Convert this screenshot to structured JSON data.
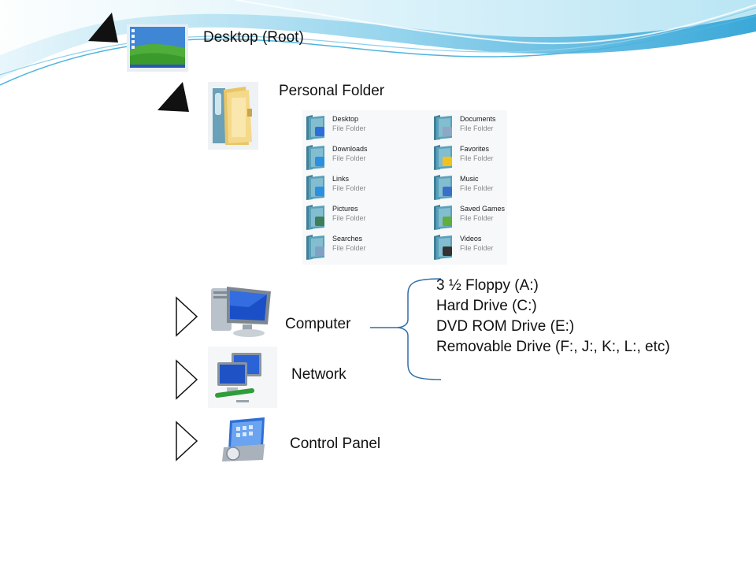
{
  "desktop": {
    "label": "Desktop (Root)"
  },
  "personal": {
    "label": "Personal Folder"
  },
  "folders": [
    {
      "name": "Desktop",
      "type": "File Folder",
      "icon": "desktop-folder-icon"
    },
    {
      "name": "Documents",
      "type": "File Folder",
      "icon": "documents-folder-icon"
    },
    {
      "name": "Downloads",
      "type": "File Folder",
      "icon": "downloads-folder-icon"
    },
    {
      "name": "Favorites",
      "type": "File Folder",
      "icon": "favorites-folder-icon"
    },
    {
      "name": "Links",
      "type": "File Folder",
      "icon": "links-folder-icon"
    },
    {
      "name": "Music",
      "type": "File Folder",
      "icon": "music-folder-icon"
    },
    {
      "name": "Pictures",
      "type": "File Folder",
      "icon": "pictures-folder-icon"
    },
    {
      "name": "Saved Games",
      "type": "File Folder",
      "icon": "saved-games-folder-icon"
    },
    {
      "name": "Searches",
      "type": "File Folder",
      "icon": "searches-folder-icon"
    },
    {
      "name": "Videos",
      "type": "File Folder",
      "icon": "videos-folder-icon"
    }
  ],
  "computer": {
    "label": "Computer"
  },
  "network": {
    "label": "Network"
  },
  "control_panel": {
    "label": "Control Panel"
  },
  "drives": [
    "3 ½ Floppy (A:)",
    "Hard Drive (C:)",
    "DVD ROM Drive (E:)",
    "Removable Drive (F:, J:, K:, L:, etc)"
  ],
  "colors": {
    "wave_light": "#bfe6f4",
    "wave_mid": "#6cc3e6",
    "wave_dark": "#2d9fd3",
    "bracket": "#2e6ea8"
  }
}
